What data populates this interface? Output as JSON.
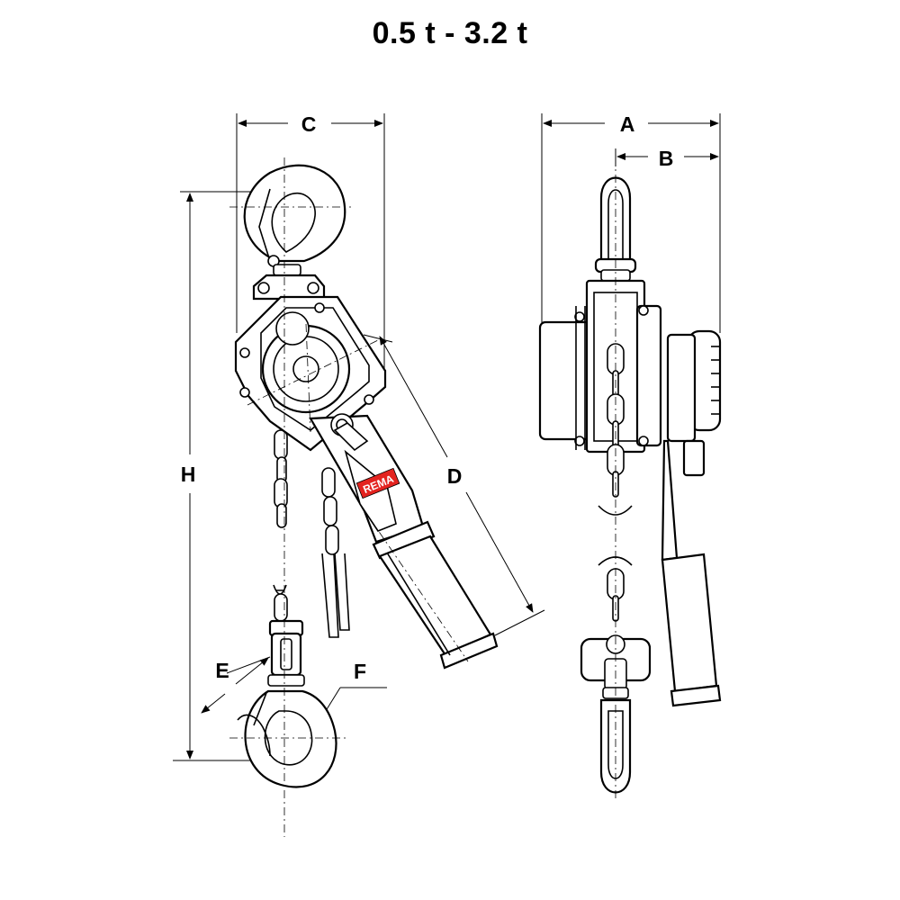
{
  "title": "0.5 t - 3.2 t",
  "dimensions": {
    "a": "A",
    "b": "B",
    "c": "C",
    "d": "D",
    "e": "E",
    "f": "F",
    "h": "H"
  },
  "brand": {
    "logo_text": "REMA",
    "logo_color": "#e3231f"
  }
}
